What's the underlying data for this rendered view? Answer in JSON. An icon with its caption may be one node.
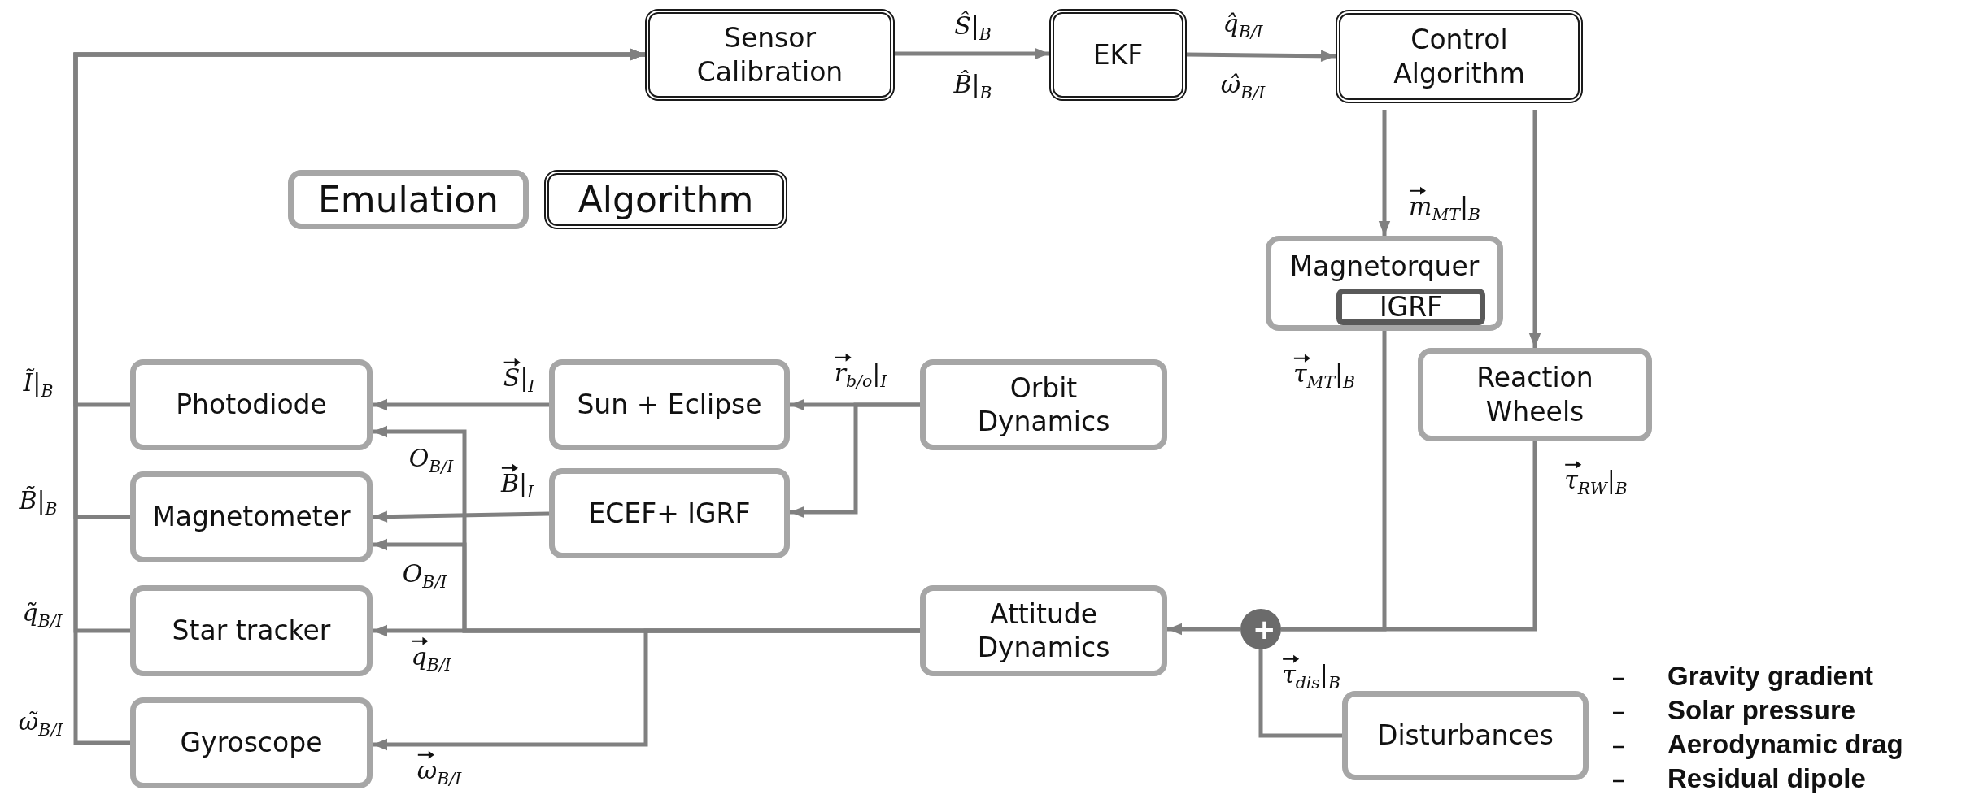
{
  "diagram": {
    "nodes": [
      {
        "text": [
          "Sensor Calibration"
        ]
      },
      {
        "text": [
          "EKF"
        ]
      },
      {
        "text": [
          "Control Algorithm"
        ]
      },
      {
        "text": [
          "Emulation"
        ]
      },
      {
        "text": [
          "Algorithm"
        ]
      },
      {
        "text": [
          "Magnetorquer"
        ]
      },
      {
        "text": [
          "IGRF"
        ],
        "in": 5
      },
      {
        "text": [
          "Photodiode"
        ]
      },
      {
        "text": [
          "Sun + Eclipse"
        ]
      },
      {
        "text": [
          "Orbit Dynamics"
        ]
      },
      {
        "text": [
          "Reaction Wheels"
        ]
      },
      {
        "text": [
          "Magnetometer"
        ]
      },
      {
        "text": [
          "ECEF+ IGRF"
        ]
      },
      {
        "text": [
          "Star tracker"
        ]
      },
      {
        "text": [
          "Attitude Dynamics"
        ]
      },
      {
        "text": [
          "+"
        ]
      },
      {
        "text": [
          "Gyroscope"
        ]
      },
      {
        "text": [
          "Disturbances"
        ]
      }
    ],
    "edges": [
      {
        "from": 7,
        "to": 0,
        "arrow": "to",
        "label": "Ĩ|$_{B}$"
      },
      {
        "from": 11,
        "to": 0,
        "arrow": "to",
        "label": "B̃|$_{B}$"
      },
      {
        "from": 13,
        "to": 0,
        "arrow": "to",
        "label": "q̃$_{B/I}$"
      },
      {
        "from": 16,
        "to": 0,
        "arrow": "to",
        "label": "ω̃$_{B/I}$"
      },
      {
        "from": 0,
        "to": 1,
        "arrow": "to",
        "label": "Ŝ|$_{B}$"
      },
      {
        "from": 1,
        "to": 2,
        "arrow": "to",
        "label": "q̂$_{B/I}$"
      },
      {
        "from": 2,
        "to": 5,
        "arrow": "to",
        "label": "m$_{MT}$|$_{B}$"
      },
      {
        "from": 2,
        "to": 10,
        "arrow": "to"
      },
      {
        "from": 5,
        "to": 15,
        "arrow": "none",
        "label": "τ$_{MT}$|$_{B}$"
      },
      {
        "from": 10,
        "to": 15,
        "arrow": "none",
        "label": "τ$_{RW}$|$_{B}$"
      },
      {
        "from": 17,
        "to": 15,
        "arrow": "none",
        "label": "τ$_{dis}$|$_{B}$"
      },
      {
        "from": 15,
        "to": 14,
        "arrow": "to"
      },
      {
        "from": 14,
        "to": 13,
        "arrow": "to",
        "label": "q$_{B/I}$"
      },
      {
        "from": 14,
        "to": 16,
        "arrow": "to",
        "label": "ω$_{B/I}$"
      },
      {
        "from": 14,
        "to": 7,
        "arrow": "to",
        "label": "O$_{B/I}$"
      },
      {
        "from": 14,
        "to": 11,
        "arrow": "to",
        "label": "O$_{B/I}$"
      },
      {
        "from": 8,
        "to": 7,
        "arrow": "to",
        "label": "S|$_{I}$"
      },
      {
        "from": 12,
        "to": 11,
        "arrow": "to",
        "label": "B|$_{I}$"
      },
      {
        "from": 9,
        "to": 8,
        "arrow": "to",
        "label": "r$_{b/o}$|$_{I}$"
      },
      {
        "from": 9,
        "to": 12,
        "arrow": "to"
      }
    ],
    "labels": [
      "B̂|$_{B}$",
      "ω̂$_{B/I}$",
      "Gravity gradient",
      "Solar pressure",
      "Aerodynamic drag",
      "Residual dipole"
    ]
  }
}
